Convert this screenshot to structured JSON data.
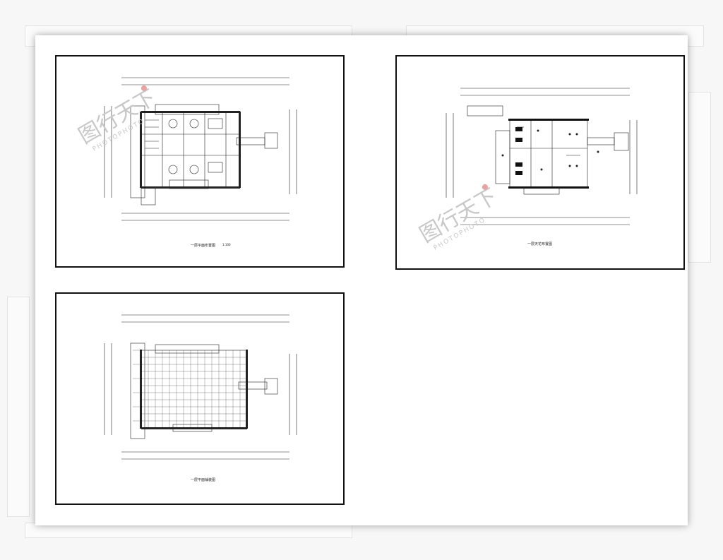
{
  "sheets": [
    {
      "id": "sheet-1",
      "title": "一层平面布置图",
      "scale": "1:100"
    },
    {
      "id": "sheet-2",
      "title": "一层天花布置图",
      "scale": ""
    },
    {
      "id": "sheet-3",
      "title": "一层平面铺装图",
      "scale": ""
    }
  ],
  "watermark": {
    "brand": "图行天下",
    "sub": "PHOTOPHOTO"
  },
  "colors": {
    "drawing": "#222222",
    "watermark": "#c8c8c8",
    "watermark_accent": "#e7a2a2"
  }
}
